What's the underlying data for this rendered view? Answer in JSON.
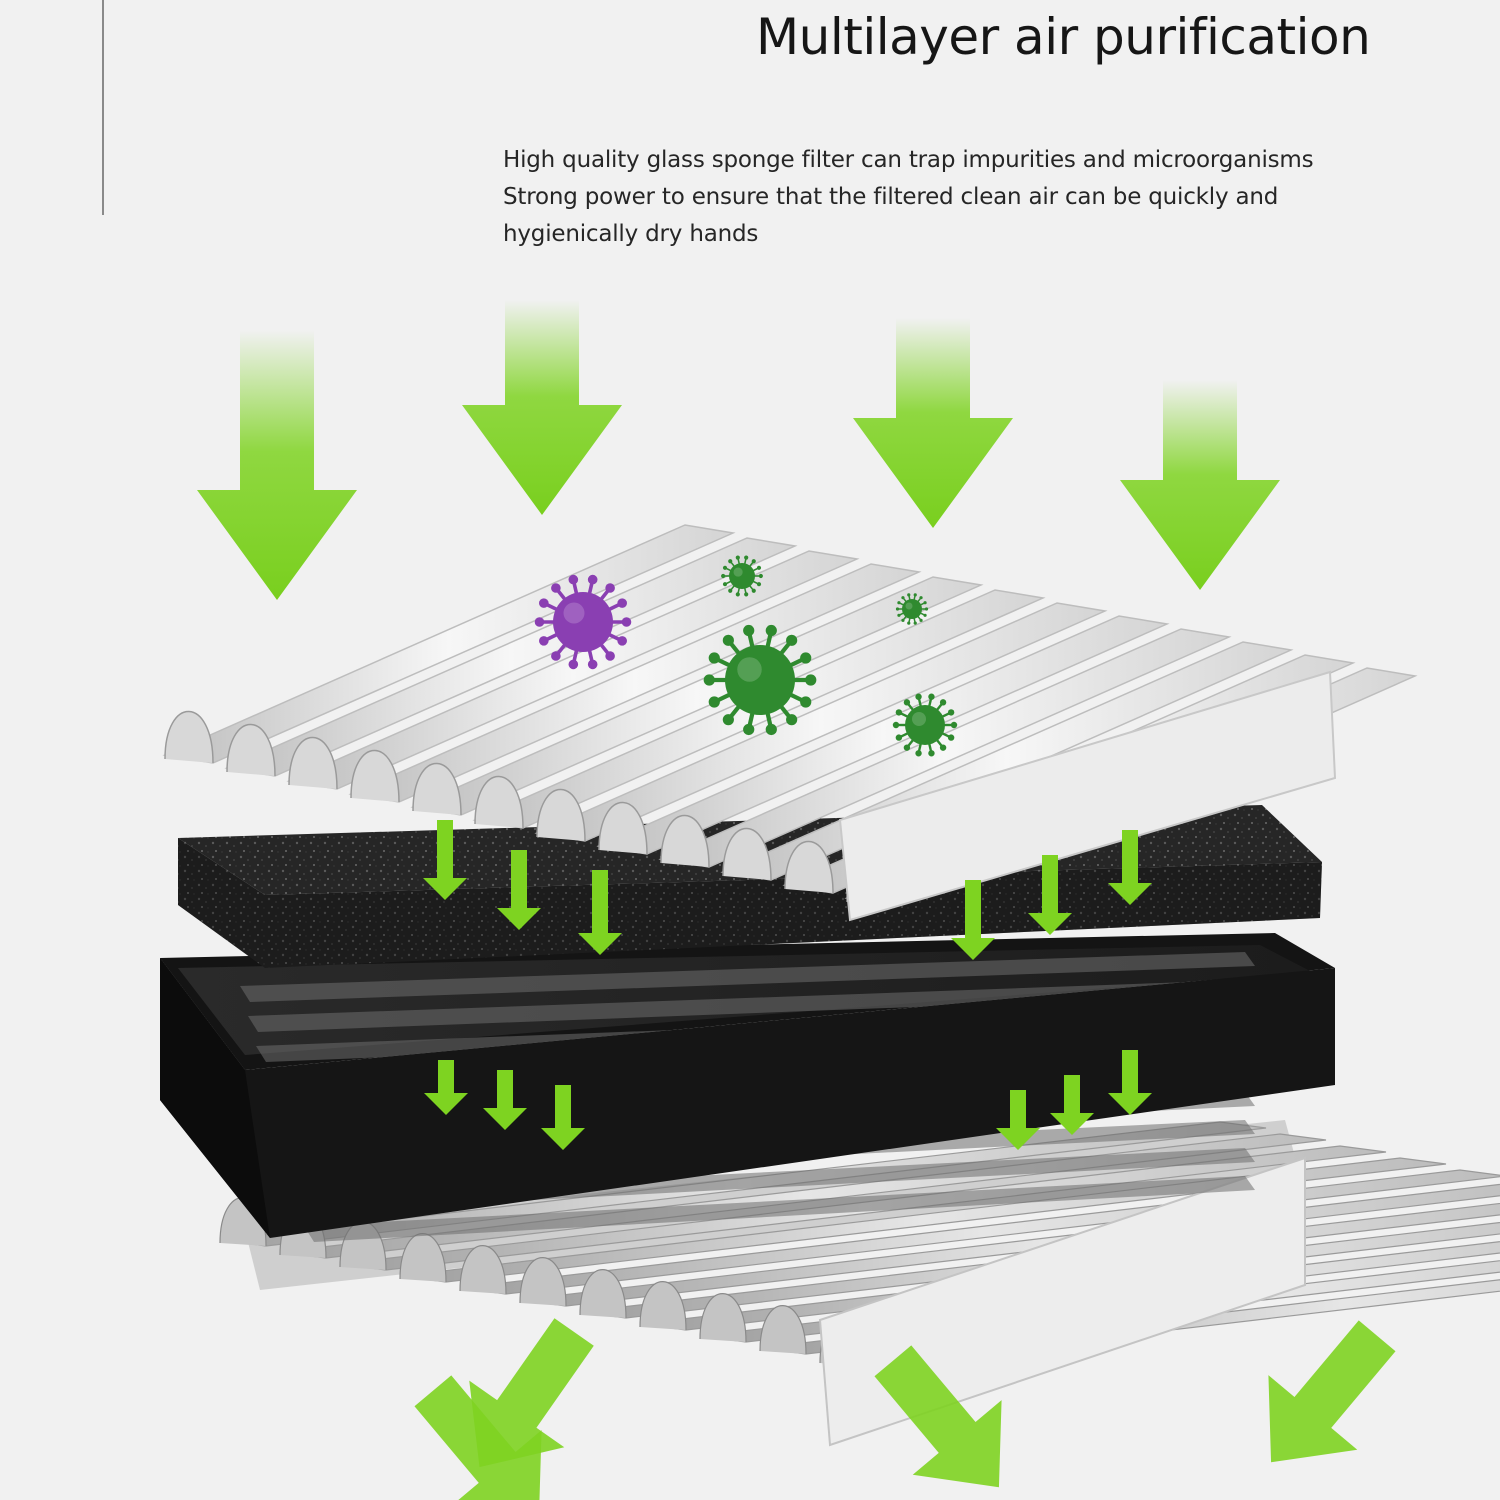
{
  "title": "Multilayer air purification",
  "description": [
    "High quality glass sponge filter can trap impurities and microorganisms",
    "Strong power to ensure that the filtered clean air can be quickly and",
    "hygienically dry hands"
  ],
  "colors": {
    "background": "#f1f1f1",
    "arrow_green": "#7ed321",
    "virus_purple": "#8a3fb2",
    "virus_green": "#2f8a2f",
    "filter_white": "#f3f3f3",
    "sponge_black": "#262626",
    "frame_black": "#141414"
  },
  "layers": [
    {
      "name": "top-pleated-filter",
      "material": "white pleated filter"
    },
    {
      "name": "sponge-layer",
      "material": "black glass sponge"
    },
    {
      "name": "frame-layer",
      "material": "black framed filter"
    },
    {
      "name": "bottom-pleated-filter",
      "material": "grey pleated filter"
    }
  ],
  "icons": [
    "down-arrow-icon",
    "virus-icon",
    "diagonal-arrow-icon"
  ]
}
